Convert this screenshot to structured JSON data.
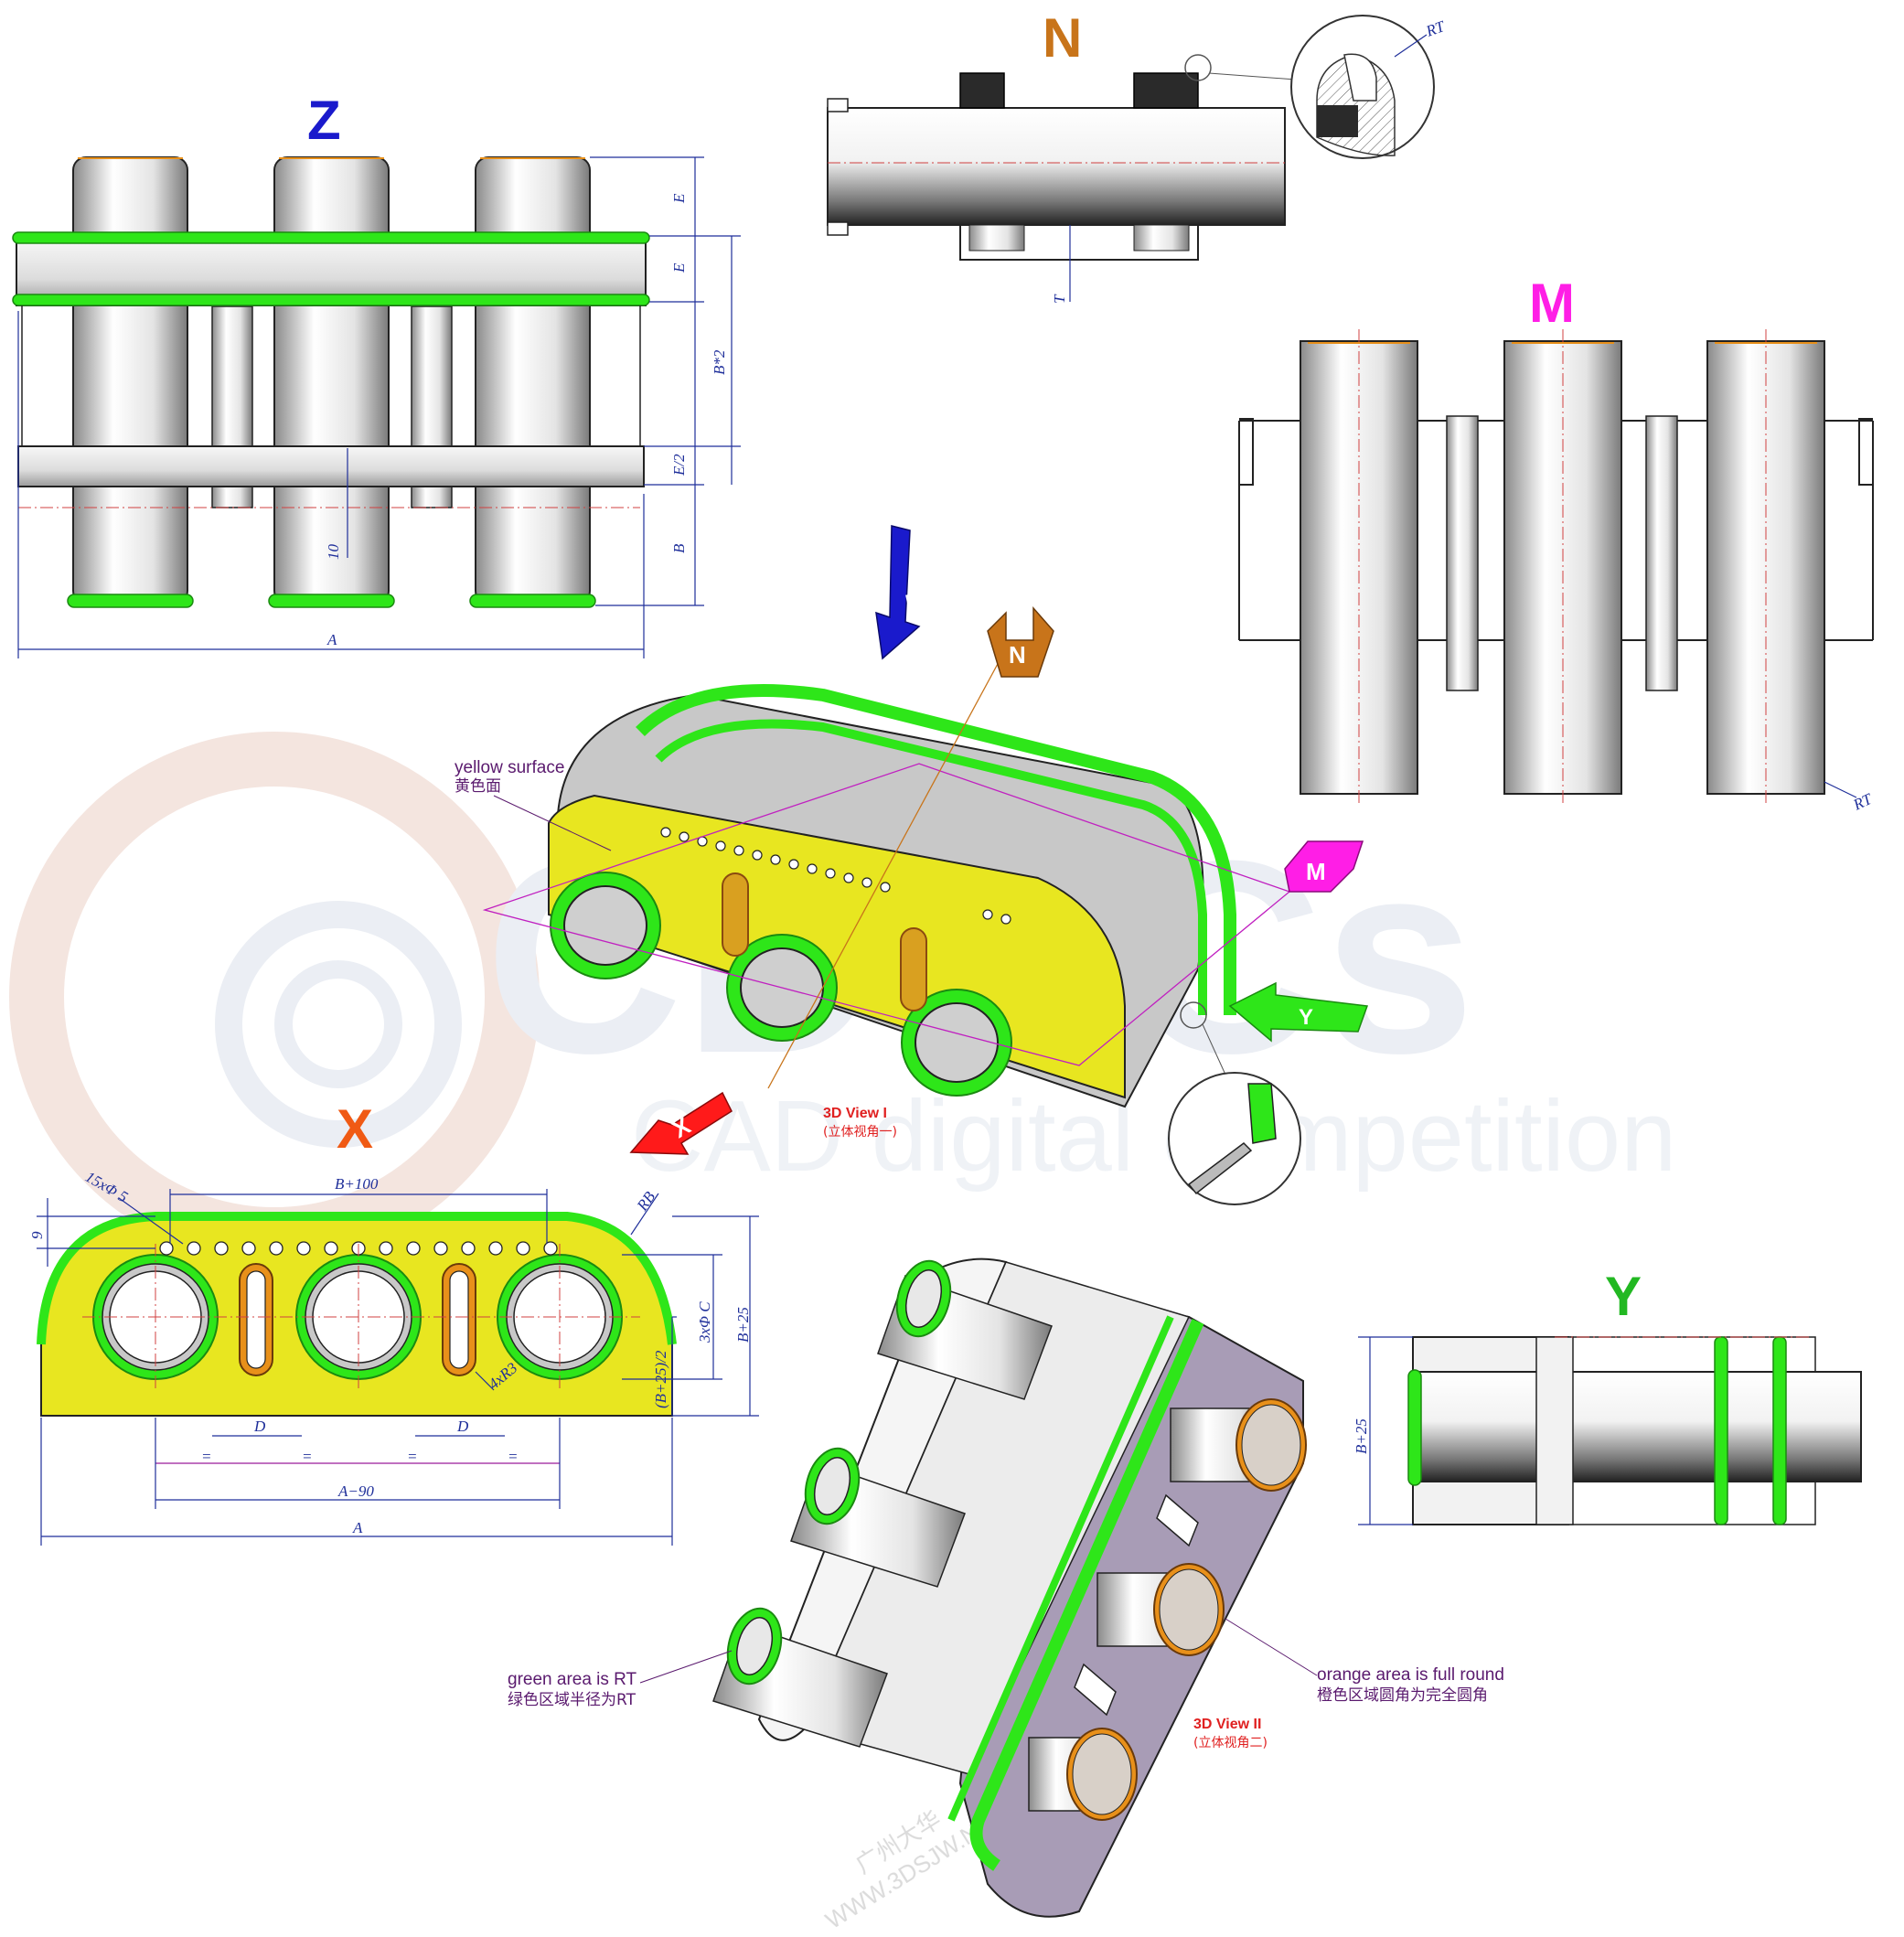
{
  "views": {
    "z": {
      "letter": "Z",
      "color": "#1a1acc"
    },
    "n": {
      "letter": "N",
      "color": "#c8741a"
    },
    "m": {
      "letter": "M",
      "color": "#ff1ee6"
    },
    "x": {
      "letter": "X",
      "color": "#f05a14"
    },
    "y": {
      "letter": "Y",
      "color": "#22b822"
    }
  },
  "dimensions": {
    "z": {
      "e1": "E",
      "e2": "E",
      "b2": "B*2",
      "e_half": "E/2",
      "b": "B",
      "ten": "10",
      "a": "A"
    },
    "n": {
      "rt": "RT",
      "t": "T"
    },
    "m": {
      "rt": "RT"
    },
    "x": {
      "holes": "15xΦ 5",
      "b100": "B+100",
      "nine": "9",
      "rb": "RB",
      "dia_c": "3xΦ C",
      "b25": "B+25",
      "b25_half": "(B+25)/2",
      "slots": "4xR3",
      "d1": "D",
      "d2": "D",
      "eq1": "=",
      "eq2": "=",
      "eq3": "=",
      "eq4": "=",
      "a90": "A−90",
      "a": "A"
    },
    "y": {
      "b25": "B+25"
    }
  },
  "notes": {
    "yellow_en": "yellow surface",
    "yellow_cn": "黄色面",
    "green_en": "green area is RT",
    "green_cn": "绿色区域半径为RT",
    "orange_en": "orange area is full round",
    "orange_cn": "橙色区域圆角为完全圆角",
    "view1_en": "3D View I",
    "view1_cn": "(立体视角一)",
    "view2_en": "3D View II",
    "view2_cn": "(立体视角二)"
  },
  "arrows": {
    "z": "Z",
    "n": "N",
    "m": "M",
    "x": "X",
    "y": "Y"
  },
  "watermark": {
    "main": "CDTICs",
    "sub": "CAD digital competition",
    "url": "WWW.3DSJW.NET",
    "url_cn": "广州大华"
  },
  "colors": {
    "green": "#2ee619",
    "yellow": "#e8e620",
    "orange": "#e8901a",
    "dim": "#1f2f9a",
    "purple_face": "#a89cb6"
  }
}
